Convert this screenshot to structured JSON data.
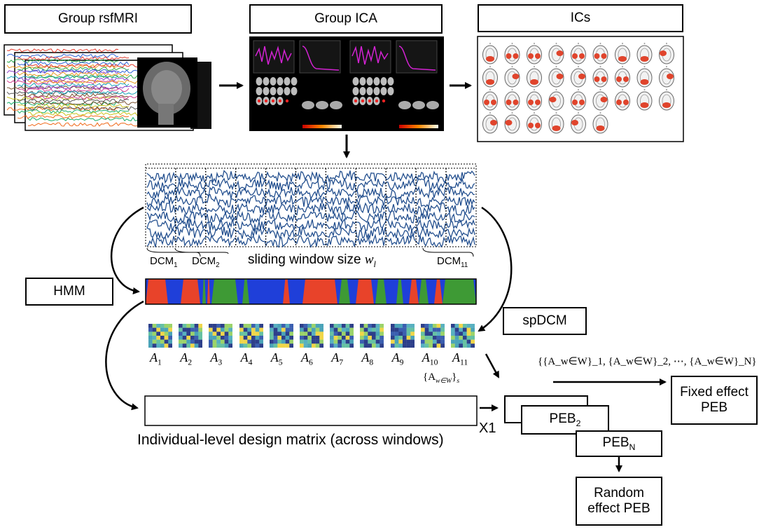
{
  "boxes": {
    "group_rsfmri": "Group rsfMRI",
    "group_ica": "Group ICA",
    "ics": "ICs",
    "hmm": "HMM",
    "spdcm": "spDCM",
    "peb1": "",
    "peb2": "PEB",
    "peb2_sub": "2",
    "pebn": "PEB",
    "pebn_sub": "N",
    "fixed_effect": "Fixed effect PEB",
    "random_effect": "Random effect PEB"
  },
  "labels": {
    "dcm1": "DCM",
    "dcm1_sub": "1",
    "dcm2": "DCM",
    "dcm2_sub": "2",
    "dcm11": "DCM",
    "dcm11_sub": "11",
    "sliding_window": "sliding window size",
    "wl": "w",
    "wl_sub": "l",
    "design_matrix": "Individual-level design matrix (across windows)",
    "x1": "X1",
    "a_set_s": "{A",
    "a_set_s_sub": "w∈W",
    "a_set_s_tail": "}",
    "a_set_s_s": "s",
    "fixed_formula": "{{A_w∈W}_1, {A_w∈W}_2, ⋯, {A_w∈W}_N}"
  },
  "matrices": [
    "1",
    "2",
    "3",
    "4",
    "5",
    "6",
    "7",
    "8",
    "9",
    "10",
    "11"
  ],
  "matrix_symbol": "A",
  "hmm_states": {
    "colors": {
      "red": "#e8432a",
      "blue": "#1f3fd9",
      "green": "#3e9a35"
    }
  }
}
